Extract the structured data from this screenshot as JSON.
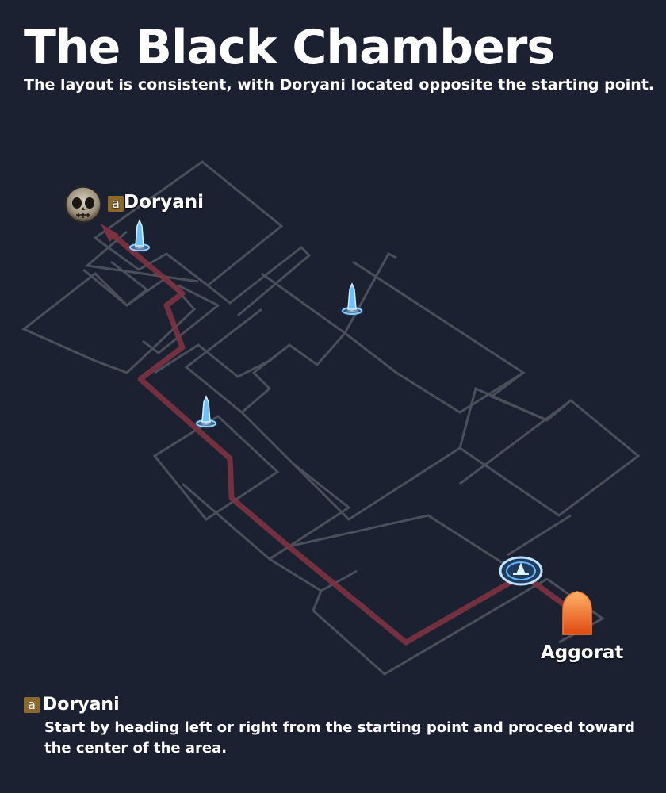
{
  "header": {
    "title": "The Black Chambers",
    "subtitle": "The layout is consistent, with Doryani located opposite the starting point."
  },
  "map": {
    "marker_doryani": {
      "badge": "a",
      "label": "Doryani",
      "icon": "skull-icon"
    },
    "marker_start": {
      "label": "Aggorat",
      "icon": "waypoint-icon"
    },
    "checkpoint_icon": "crystal-icon",
    "portal_icon": "portal-icon",
    "route_color": "#7d3240",
    "wall_color": "#4a4f5c"
  },
  "legend": {
    "items": [
      {
        "badge": "a",
        "title": "Doryani",
        "description": "Start by heading left or right from the starting point and proceed toward the center of the area."
      }
    ]
  }
}
